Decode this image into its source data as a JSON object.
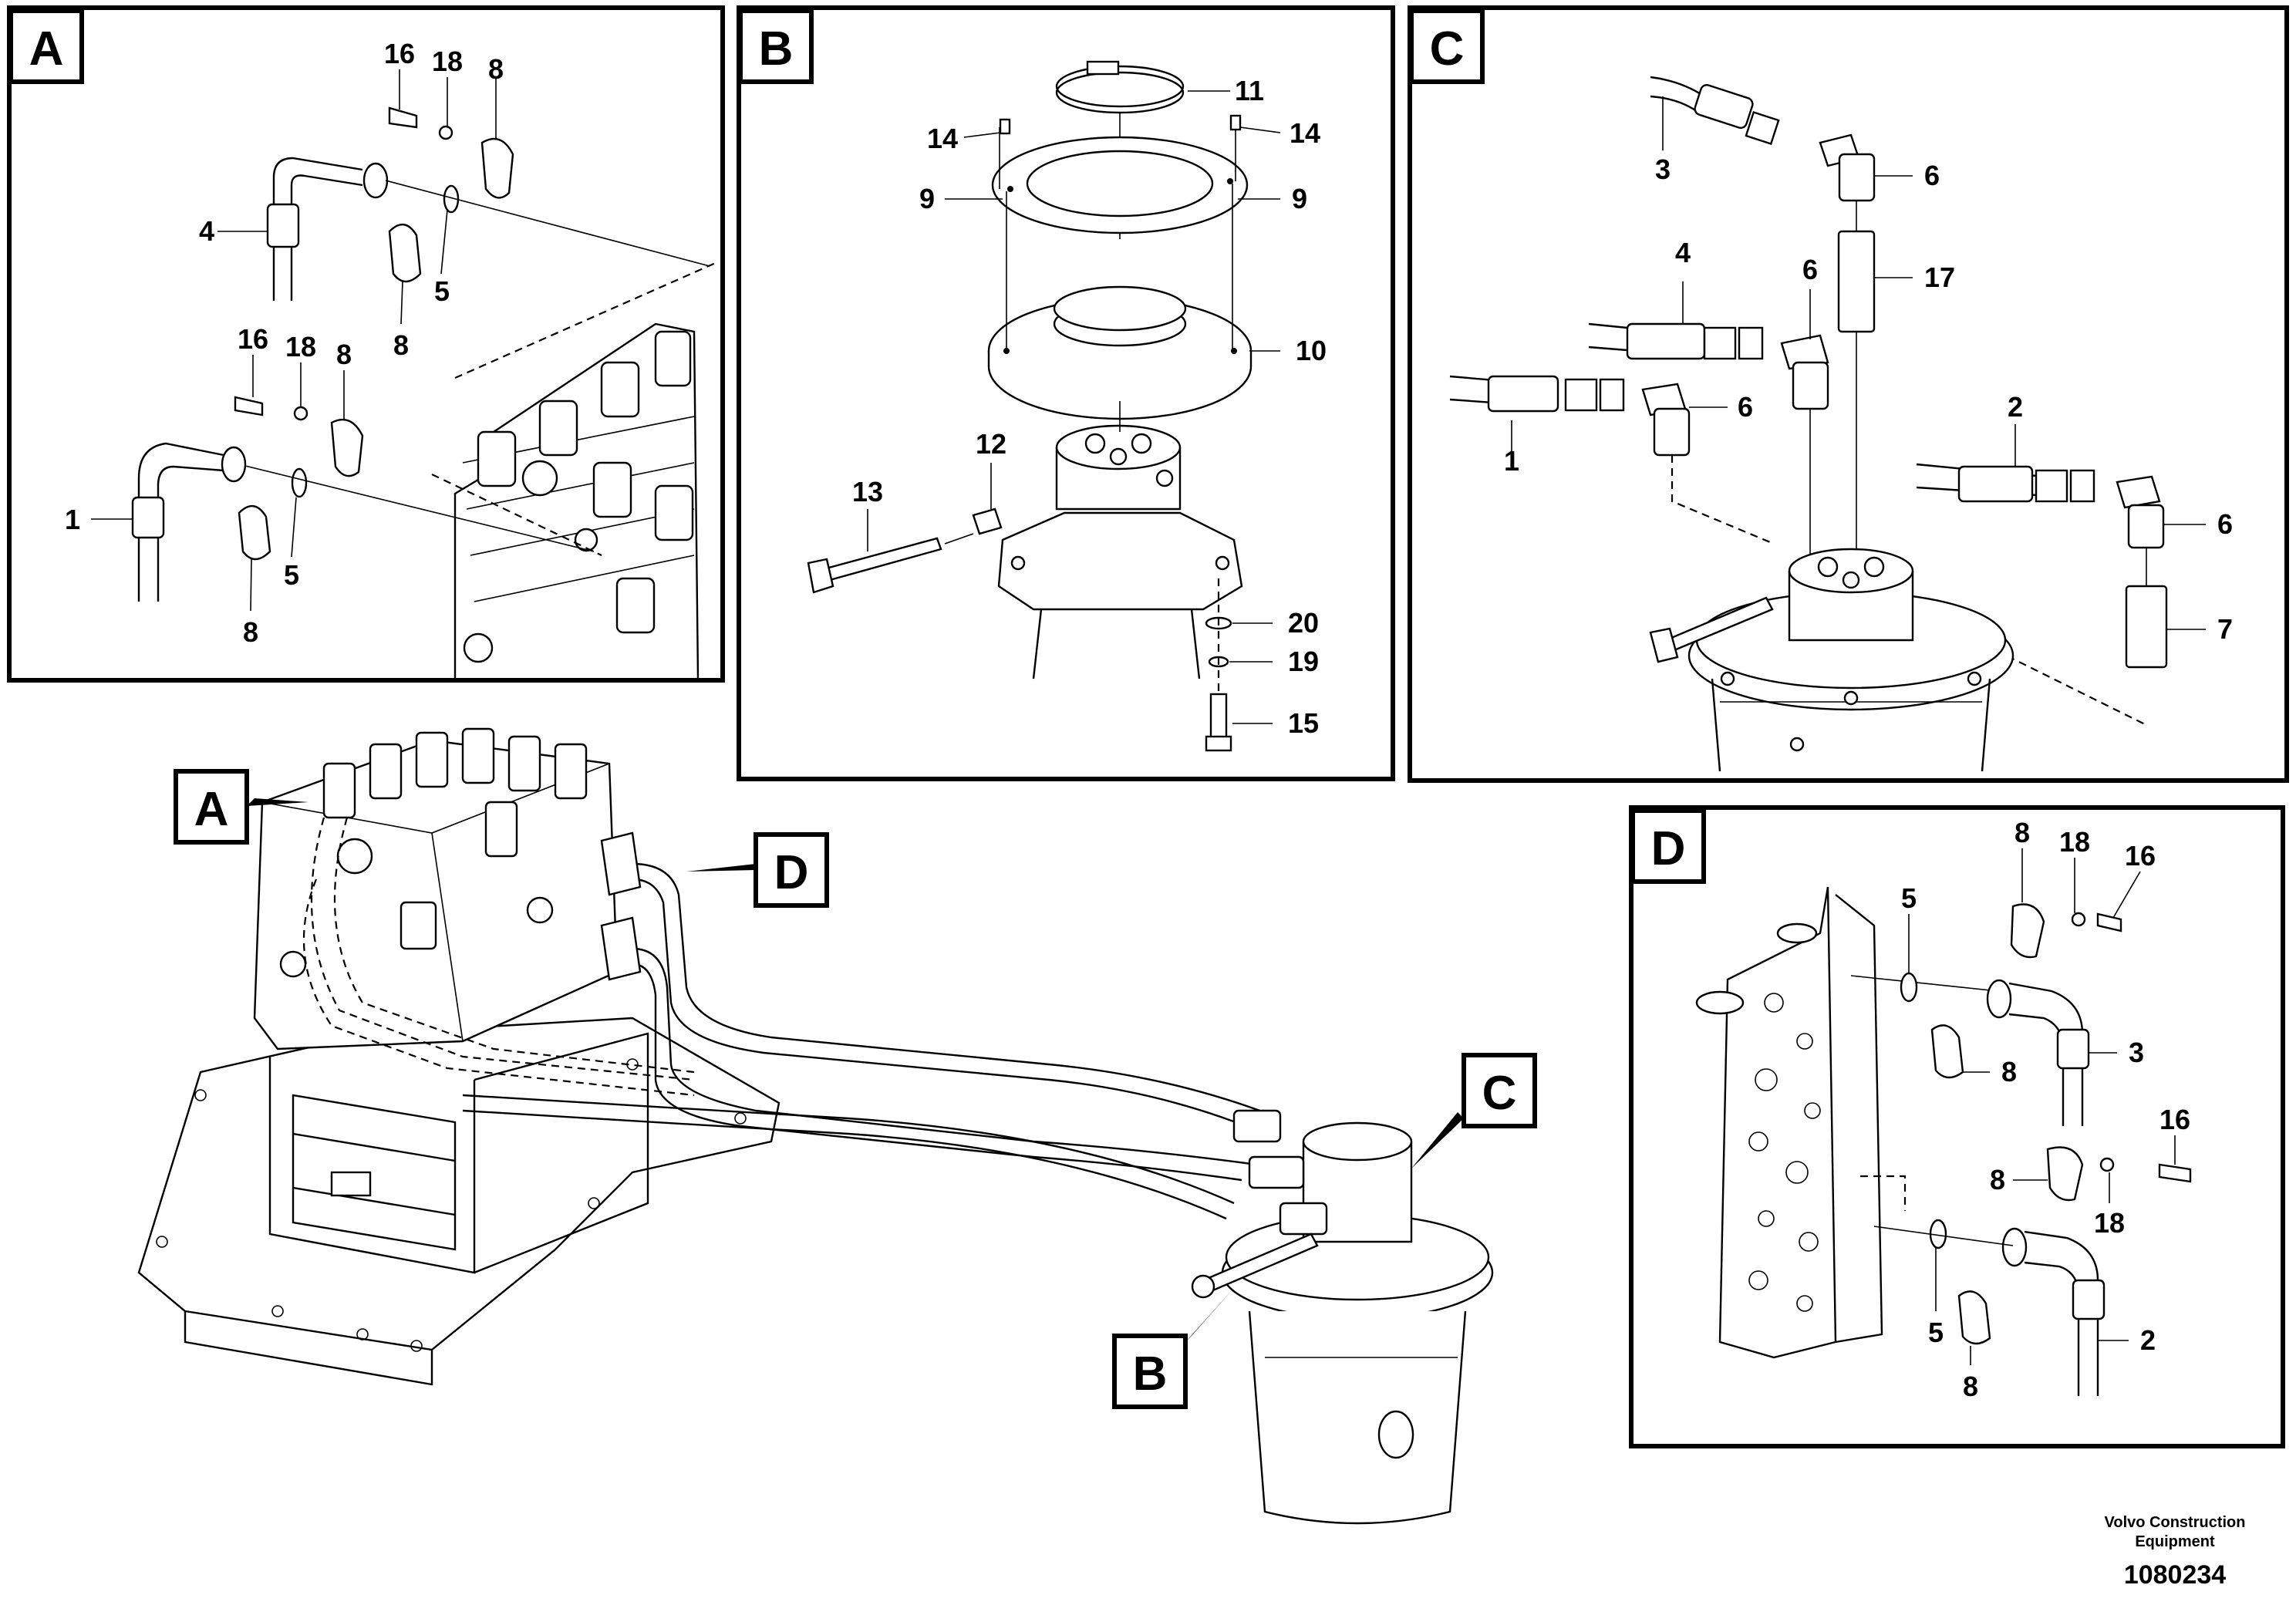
{
  "panels": {
    "A": {
      "badge": "A",
      "labels": [
        "16",
        "18",
        "8",
        "4",
        "5",
        "8",
        "16",
        "18",
        "8",
        "1",
        "5",
        "8"
      ]
    },
    "B": {
      "badge": "B",
      "labels": [
        "11",
        "14",
        "14",
        "9",
        "9",
        "10",
        "12",
        "13",
        "20",
        "19",
        "15"
      ]
    },
    "C": {
      "badge": "C",
      "labels": [
        "3",
        "6",
        "17",
        "4",
        "6",
        "1",
        "6",
        "2",
        "6",
        "7"
      ]
    },
    "D": {
      "badge": "D",
      "labels": [
        "8",
        "18",
        "16",
        "5",
        "3",
        "8",
        "16",
        "8",
        "18",
        "5",
        "2",
        "8"
      ]
    }
  },
  "overview": {
    "callouts": [
      "A",
      "D",
      "C",
      "B"
    ]
  },
  "footer": {
    "company_line1": "Volvo Construction",
    "company_line2": "Equipment",
    "figure_number": "1080234"
  }
}
